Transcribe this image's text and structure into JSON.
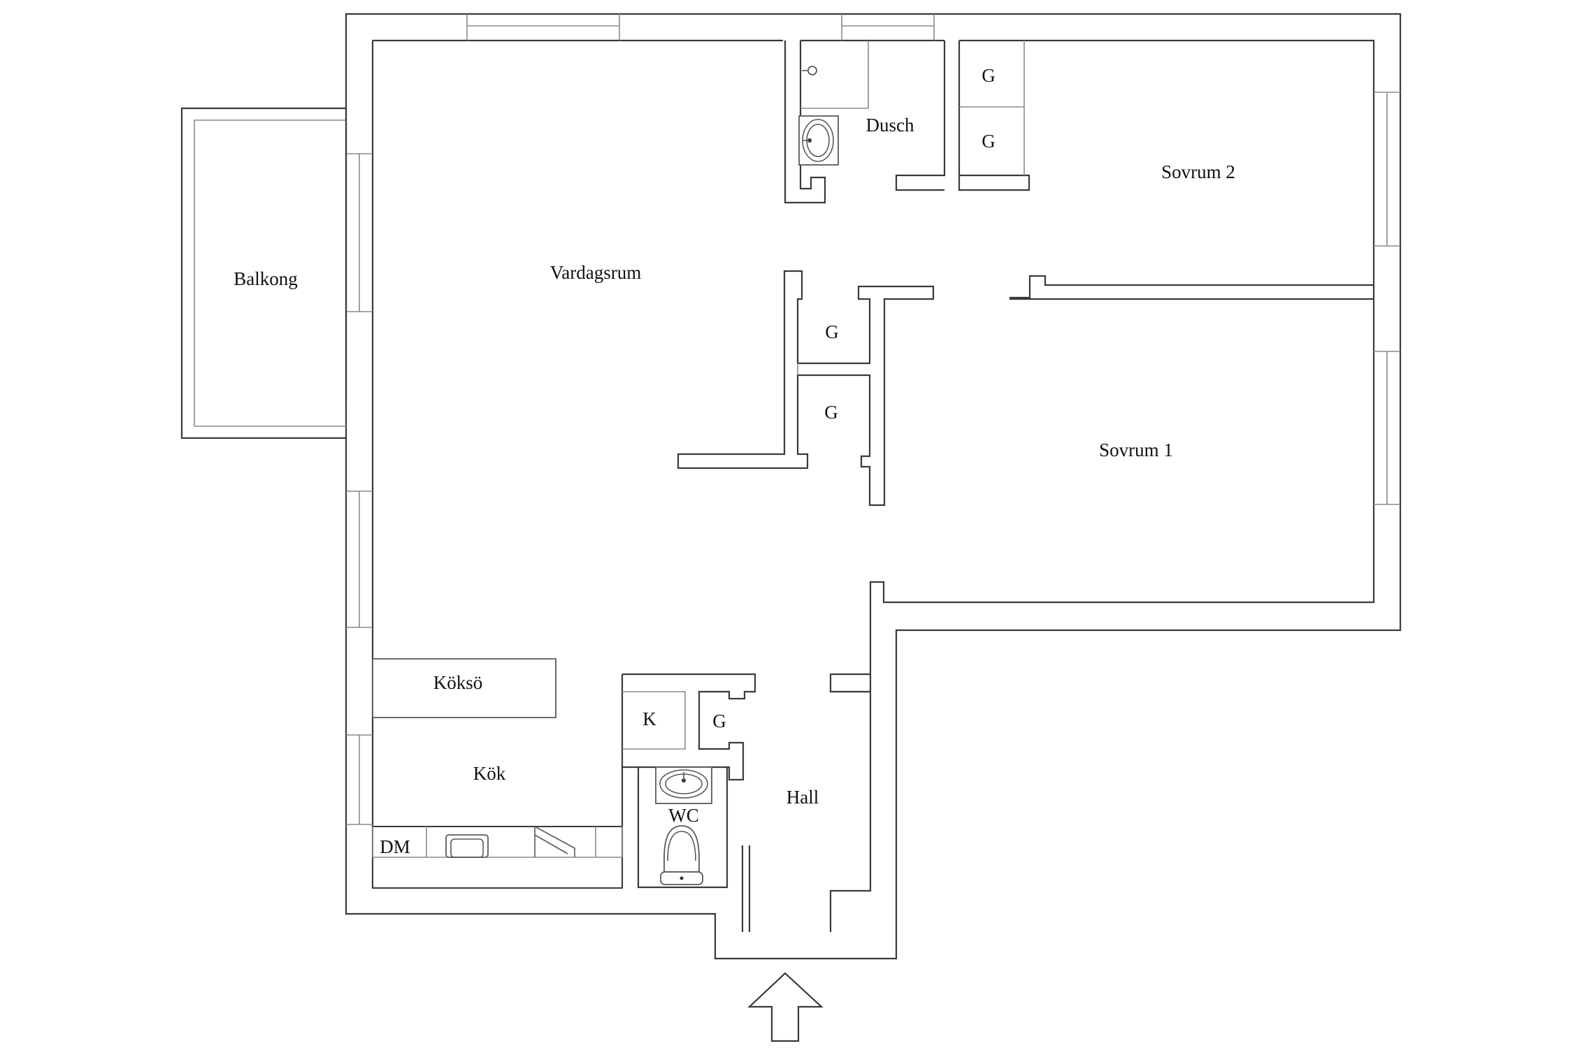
{
  "floor_plan": {
    "rooms": {
      "balcony": "Balkong",
      "living_room": "Vardagsrum",
      "shower": "Dusch",
      "bedroom_2": "Sovrum 2",
      "bedroom_1": "Sovrum 1",
      "kitchen_island": "Köksö",
      "kitchen": "Kök",
      "dishwasher": "DM",
      "hall": "Hall",
      "wc": "WC",
      "fridge": "K"
    },
    "closets": {
      "wardrobe_1": "G",
      "wardrobe_2": "G",
      "wardrobe_3": "G",
      "wardrobe_4": "G",
      "wardrobe_5": "G"
    },
    "entrance_arrow": "entrance-arrow-icon"
  }
}
